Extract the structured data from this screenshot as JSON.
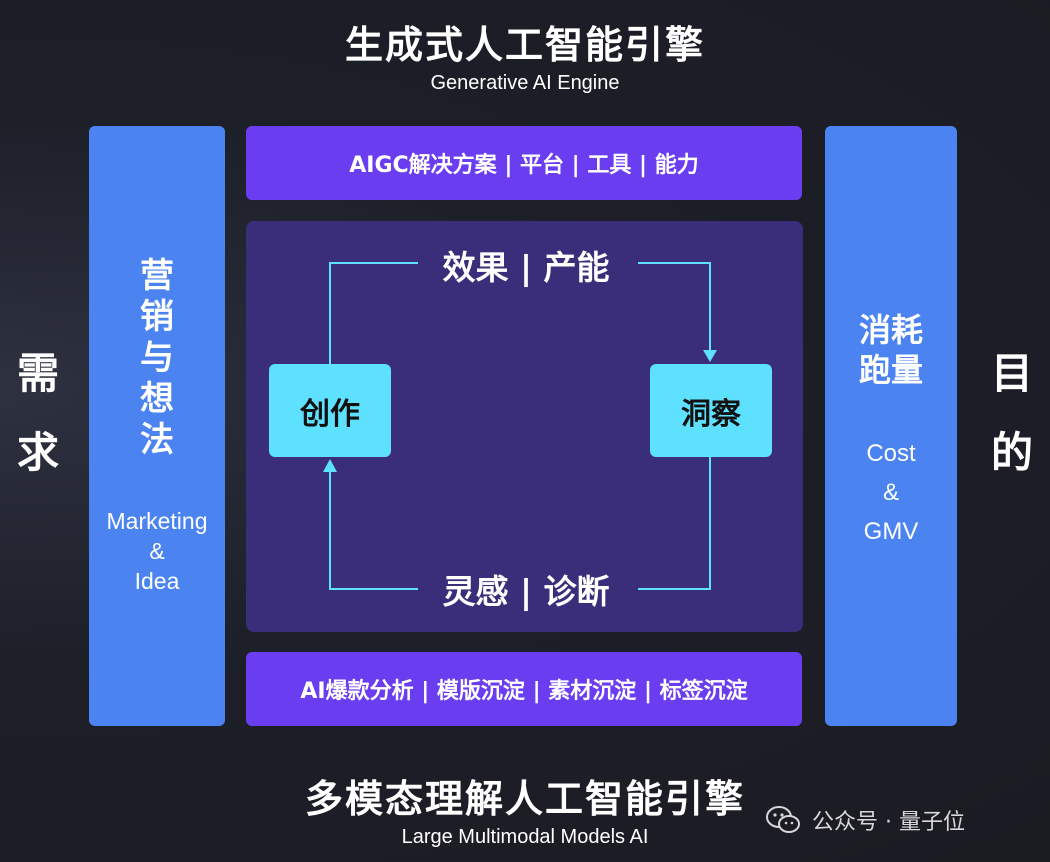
{
  "header": {
    "title": "生成式人工智能引擎",
    "subtitle": "Generative AI Engine"
  },
  "footer": {
    "title": "多模态理解人工智能引擎",
    "subtitle": "Large Multimodal Models AI"
  },
  "left_side_word": [
    "需",
    "求"
  ],
  "right_side_word": [
    "目",
    "的"
  ],
  "left_pillar": {
    "cn_chars": [
      "营",
      "销",
      "与",
      "想",
      "法"
    ],
    "en_lines": [
      "Marketing",
      "&",
      "Idea"
    ]
  },
  "right_pillar": {
    "cn_lines": [
      "消耗",
      "跑量"
    ],
    "en_lines": [
      "Cost",
      "&",
      "GMV"
    ]
  },
  "top_band": "AIGC解决方案 | 平台 | 工具 | 能力",
  "bottom_band": "AI爆款分析 | 模版沉淀 | 素材沉淀 | 标签沉淀",
  "loop": {
    "top_label": "效果 | 产能",
    "bottom_label": "灵感 | 诊断",
    "left_node": "创作",
    "right_node": "洞察"
  },
  "watermark": {
    "icon": "wechat-icon",
    "text": "公众号 · 量子位"
  },
  "colors": {
    "background": "#1b1b22",
    "pillar_blue": "#4b84f0",
    "band_purple": "#6a3ef0",
    "panel_purple": "#3a2d7a",
    "node_cyan": "#5ee0ff",
    "line_cyan": "#5ee0ff"
  }
}
